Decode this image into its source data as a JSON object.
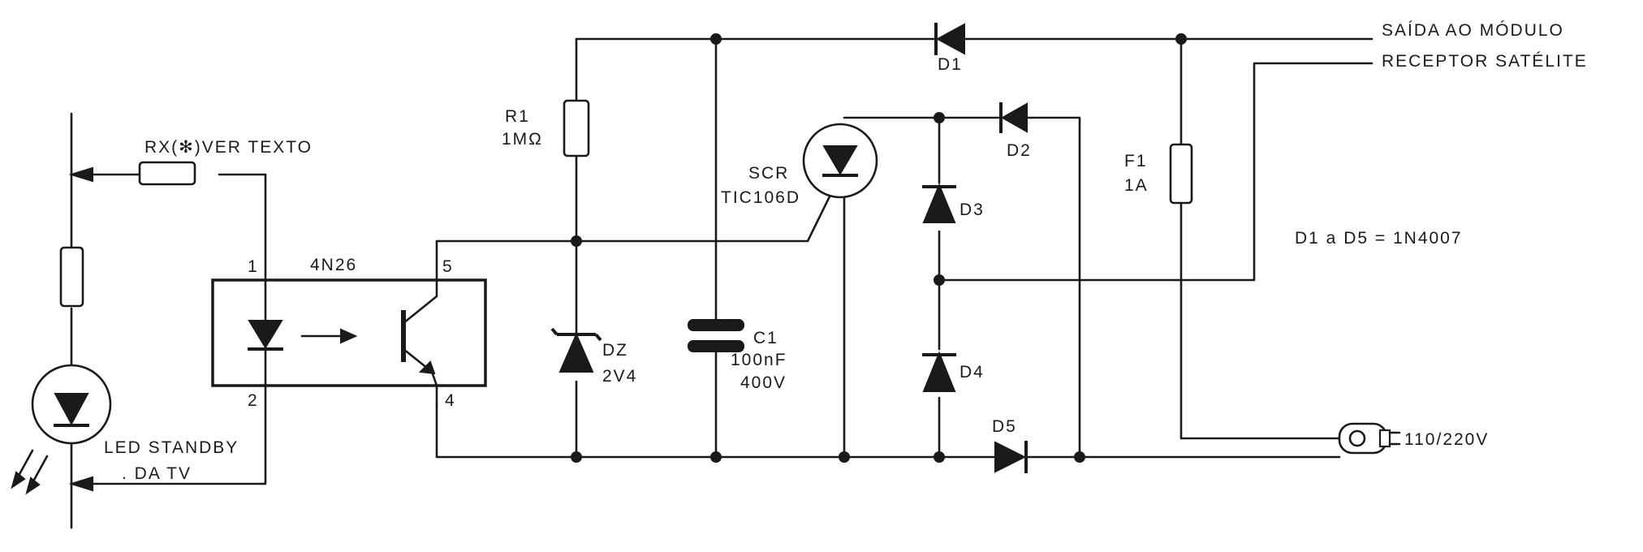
{
  "labels": {
    "output1": "SAÍDA  AO  MÓDULO",
    "output2": "RECEPTOR  SATÉLITE",
    "d1": "D1",
    "d2": "D2",
    "d3": "D3",
    "d4": "D4",
    "d5": "D5",
    "r1_name": "R1",
    "r1_value": "1MΩ",
    "scr_name": "SCR",
    "scr_part": "TIC106D",
    "f1_name": "F1",
    "f1_value": "1A",
    "diode_spec": "D1  a  D5  =  1N4007",
    "rx": "RX(✻)VER TEXTO",
    "opto_part": "4N26",
    "pin1": "1",
    "pin2": "2",
    "pin4": "4",
    "pin5": "5",
    "dz_name": "DZ",
    "dz_value": "2V4",
    "c1_name": "C1",
    "c1_value": "100nF",
    "c1_voltage": "400V",
    "led1": "LED STANDBY",
    "led2": ". DA TV",
    "mains": "110/220V"
  },
  "colors": {
    "ink": "#1a1a1a",
    "paper": "#ffffff"
  }
}
